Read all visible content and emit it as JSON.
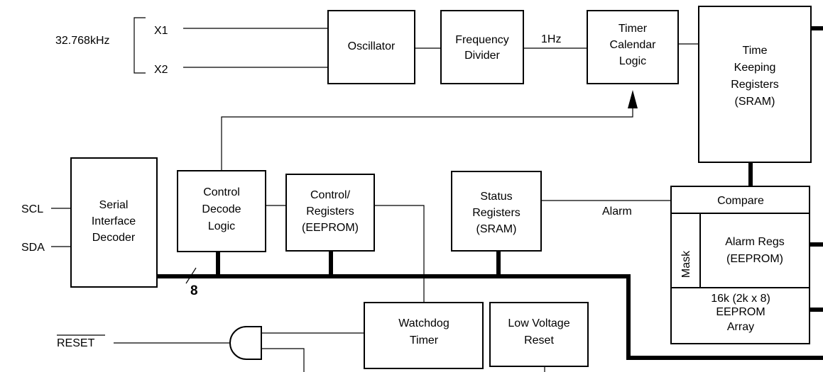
{
  "inputs": {
    "crystal_freq": "32.768kHz",
    "x1": "X1",
    "x2": "X2",
    "scl": "SCL",
    "sda": "SDA",
    "reset": "RESET"
  },
  "blocks": {
    "oscillator": [
      "Oscillator"
    ],
    "frequency_divider": [
      "Frequency",
      "Divider"
    ],
    "timer_calendar_logic": [
      "Timer",
      "Calendar",
      "Logic"
    ],
    "time_keeping_registers": [
      "Time",
      "Keeping",
      "Registers",
      "(SRAM)"
    ],
    "serial_interface_decoder": [
      "Serial",
      "Interface",
      "Decoder"
    ],
    "control_decode_logic": [
      "Control",
      "Decode",
      "Logic"
    ],
    "control_registers": [
      "Control/",
      "Registers",
      "(EEPROM)"
    ],
    "status_registers": [
      "Status",
      "Registers",
      "(SRAM)"
    ],
    "compare": [
      "Compare"
    ],
    "mask": "Mask",
    "alarm_regs": [
      "Alarm Regs",
      "(EEPROM)"
    ],
    "eeprom_array": [
      "16k (2k x 8)",
      "EEPROM",
      "Array"
    ],
    "watchdog_timer": [
      "Watchdog",
      "Timer"
    ],
    "low_voltage_reset": [
      "Low Voltage",
      "Reset"
    ]
  },
  "signals": {
    "one_hz": "1Hz",
    "alarm": "Alarm",
    "bus_width": "8"
  }
}
